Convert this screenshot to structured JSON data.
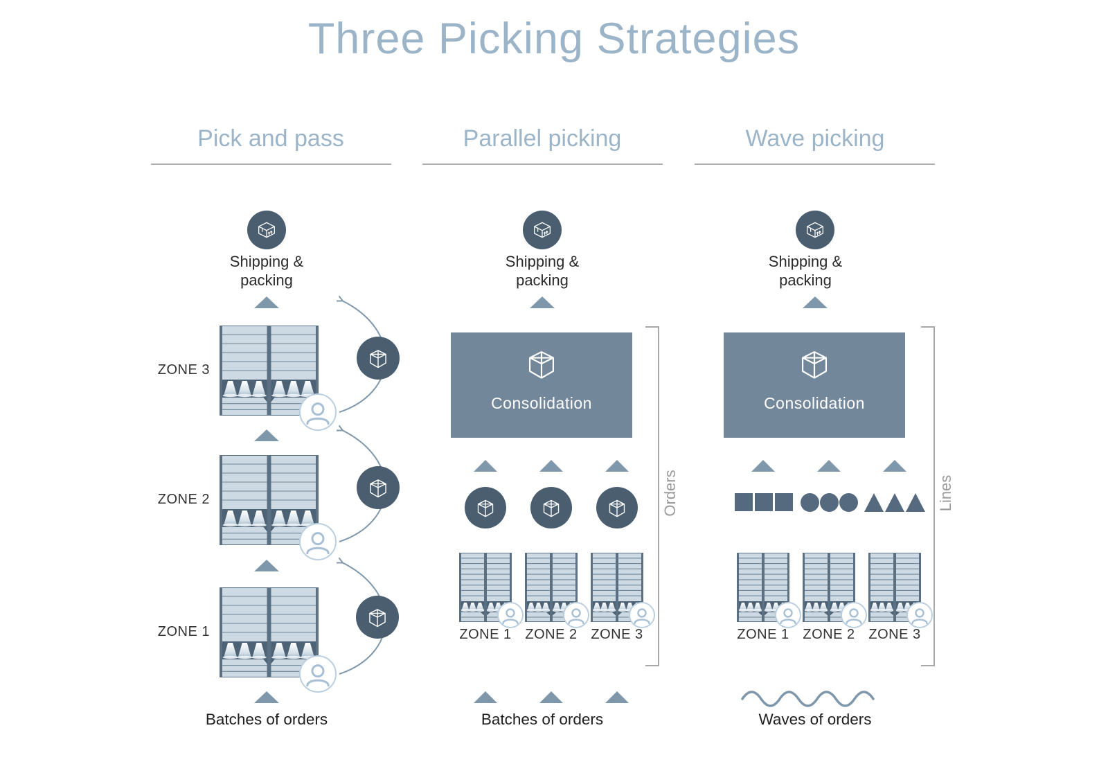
{
  "title": "Three Picking Strategies",
  "columns": {
    "pick_and_pass": {
      "header": "Pick and pass",
      "shipping_line1": "Shipping &",
      "shipping_line2": "packing",
      "zone_labels": [
        "ZONE 3",
        "ZONE 2",
        "ZONE 1"
      ],
      "bottom_label": "Batches of orders"
    },
    "parallel": {
      "header": "Parallel picking",
      "shipping_line1": "Shipping &",
      "shipping_line2": "packing",
      "consolidation_label": "Consolidation",
      "zone_labels": [
        "ZONE 1",
        "ZONE 2",
        "ZONE 3"
      ],
      "bracket_label": "Orders",
      "bottom_label": "Batches of orders"
    },
    "wave": {
      "header": "Wave picking",
      "shipping_line1": "Shipping &",
      "shipping_line2": "packing",
      "consolidation_label": "Consolidation",
      "zone_labels": [
        "ZONE 1",
        "ZONE 2",
        "ZONE 3"
      ],
      "bracket_label": "Lines",
      "wave_shape_groups": [
        "squares",
        "circles",
        "triangles"
      ],
      "bottom_label": "Waves of orders"
    }
  },
  "icons": {
    "shipping": "closed-box-icon",
    "consolidation": "open-box-icon",
    "picker": "person-icon",
    "flow": "up-arrow-icon",
    "waves": "wave-line-icon"
  },
  "colors": {
    "accent_light": "#9cb4c8",
    "dark_slate": "#4a5e70",
    "consolidation": "#72879a",
    "arrow": "#7e97ab",
    "shape": "#556a7f",
    "rack_fill": "#cdd9e3",
    "rack_rail": "#5b7183",
    "band": "#4e6276",
    "text_dark": "#2b2b2b",
    "bracket": "#a8a8a8"
  }
}
